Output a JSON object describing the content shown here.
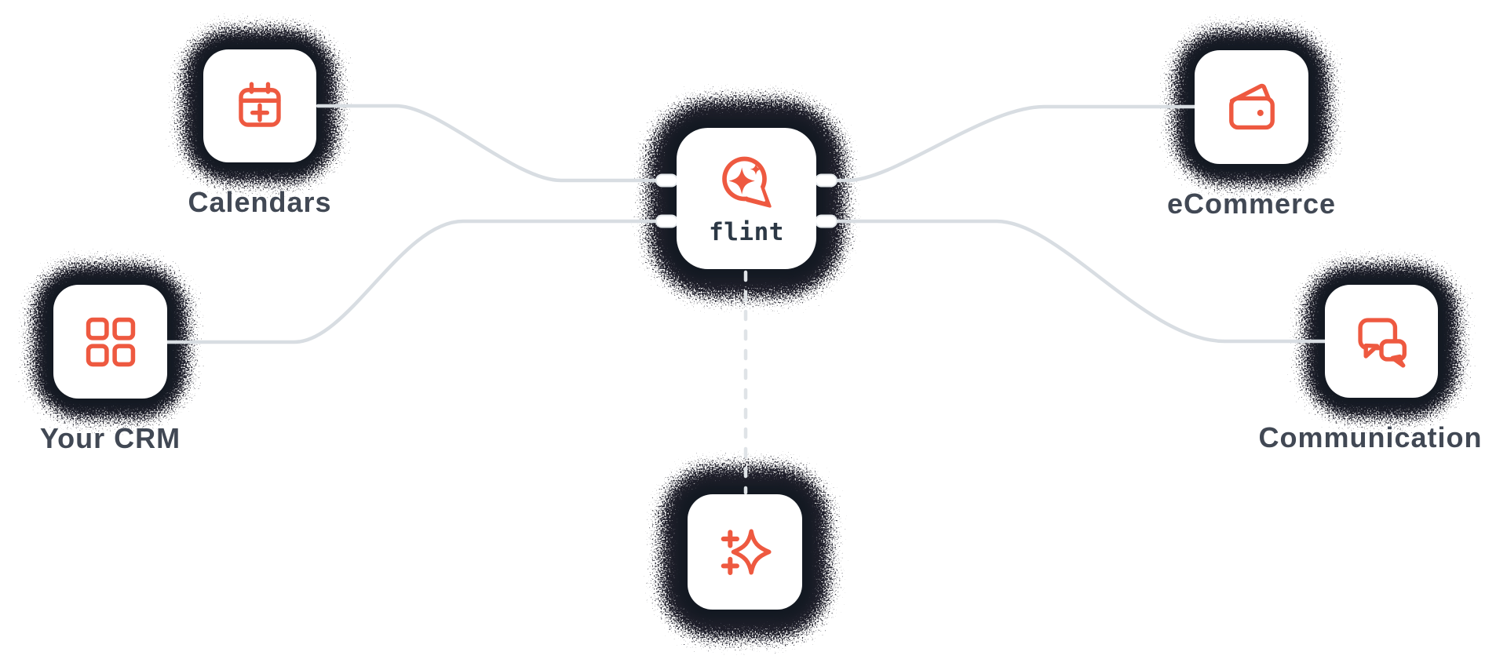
{
  "diagram": {
    "center": {
      "label": "flint",
      "icon": "flint-logo"
    },
    "nodes": [
      {
        "id": "calendars",
        "label": "Calendars",
        "icon": "calendar-plus"
      },
      {
        "id": "your-crm",
        "label": "Your CRM",
        "icon": "app-grid"
      },
      {
        "id": "ecommerce",
        "label": "eCommerce",
        "icon": "wallet"
      },
      {
        "id": "communication",
        "label": "Communication",
        "icon": "chat-bubbles"
      },
      {
        "id": "ai-sparkles",
        "label": "",
        "icon": "sparkles"
      }
    ],
    "connections": [
      {
        "from": "calendars",
        "to": "flint",
        "style": "solid"
      },
      {
        "from": "your-crm",
        "to": "flint",
        "style": "solid"
      },
      {
        "from": "flint",
        "to": "ecommerce",
        "style": "solid"
      },
      {
        "from": "flint",
        "to": "communication",
        "style": "solid"
      },
      {
        "from": "flint",
        "to": "ai-sparkles",
        "style": "dashed"
      }
    ],
    "colors": {
      "accent": "#EE5940",
      "ink": "#2C3845",
      "label": "#414854",
      "line": "#D8DDE2",
      "dash": "#DFE3E7",
      "shadow": "#131922",
      "card": "#FFFFFF"
    }
  }
}
